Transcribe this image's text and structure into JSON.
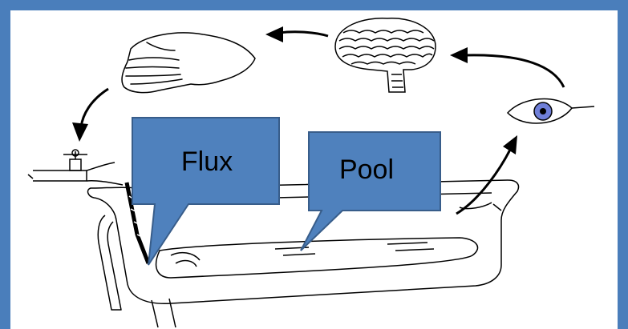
{
  "callouts": [
    {
      "id": "flux",
      "label": "Flux"
    },
    {
      "id": "pool",
      "label": "Pool"
    }
  ],
  "icons": [
    "hand-icon",
    "brain-icon",
    "eye-icon",
    "faucet-icon",
    "bathtub-icon"
  ],
  "colors": {
    "border": "#4a7ebb",
    "callout_fill": "#4f81bd",
    "callout_stroke": "#385d8a",
    "line": "#000000",
    "iris": "#6f7fd8"
  }
}
